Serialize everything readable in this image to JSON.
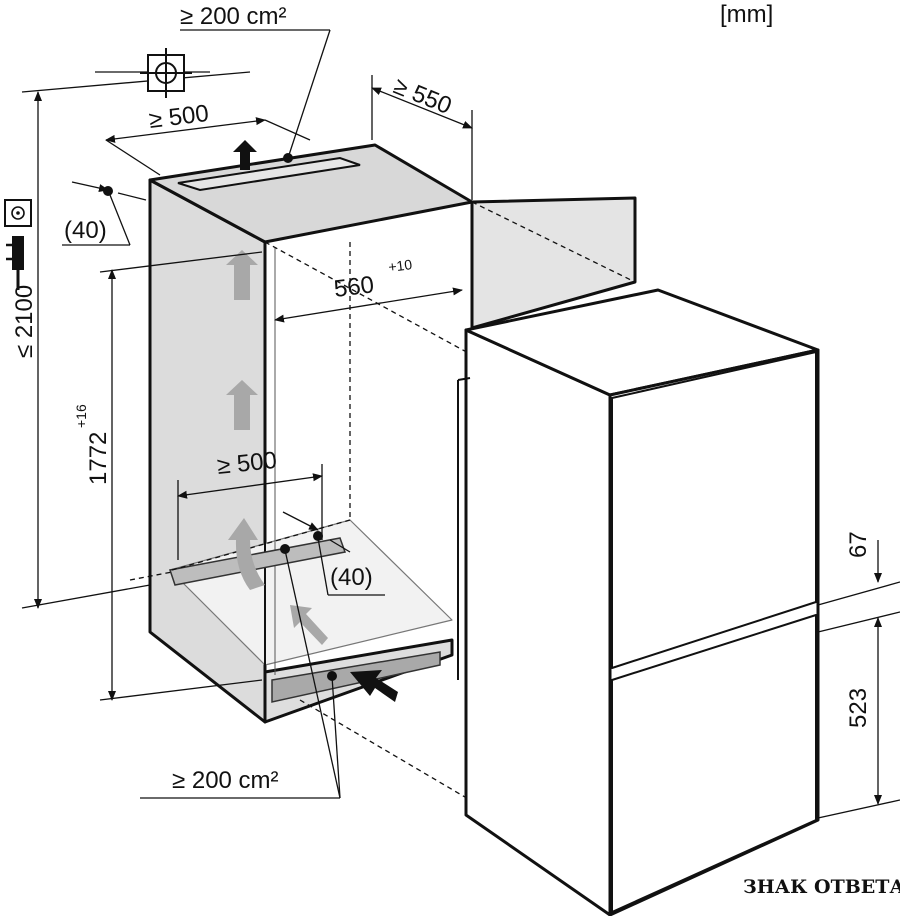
{
  "unit_label": "[mm]",
  "vent_top_area": "≥ 200 cm²",
  "vent_bottom_area": "≥ 200 cm²",
  "top_depth_min": "≥ 550",
  "top_vent_width_min": "≥ 500",
  "bottom_vent_width_min": "≥ 500",
  "top_gap": "(40)",
  "bottom_gap": "(40)",
  "niche_width": "560",
  "niche_width_tol": "+10",
  "niche_height": "1772",
  "niche_height_tol": "+16",
  "max_height": "≤ 2100",
  "upper_offset": "67",
  "lower_door_height": "523",
  "watermark": "ЗНАК ОТВЕТА",
  "icons": [
    "ventilation-symbol-icon",
    "power-socket-icon",
    "arrow-icon"
  ]
}
